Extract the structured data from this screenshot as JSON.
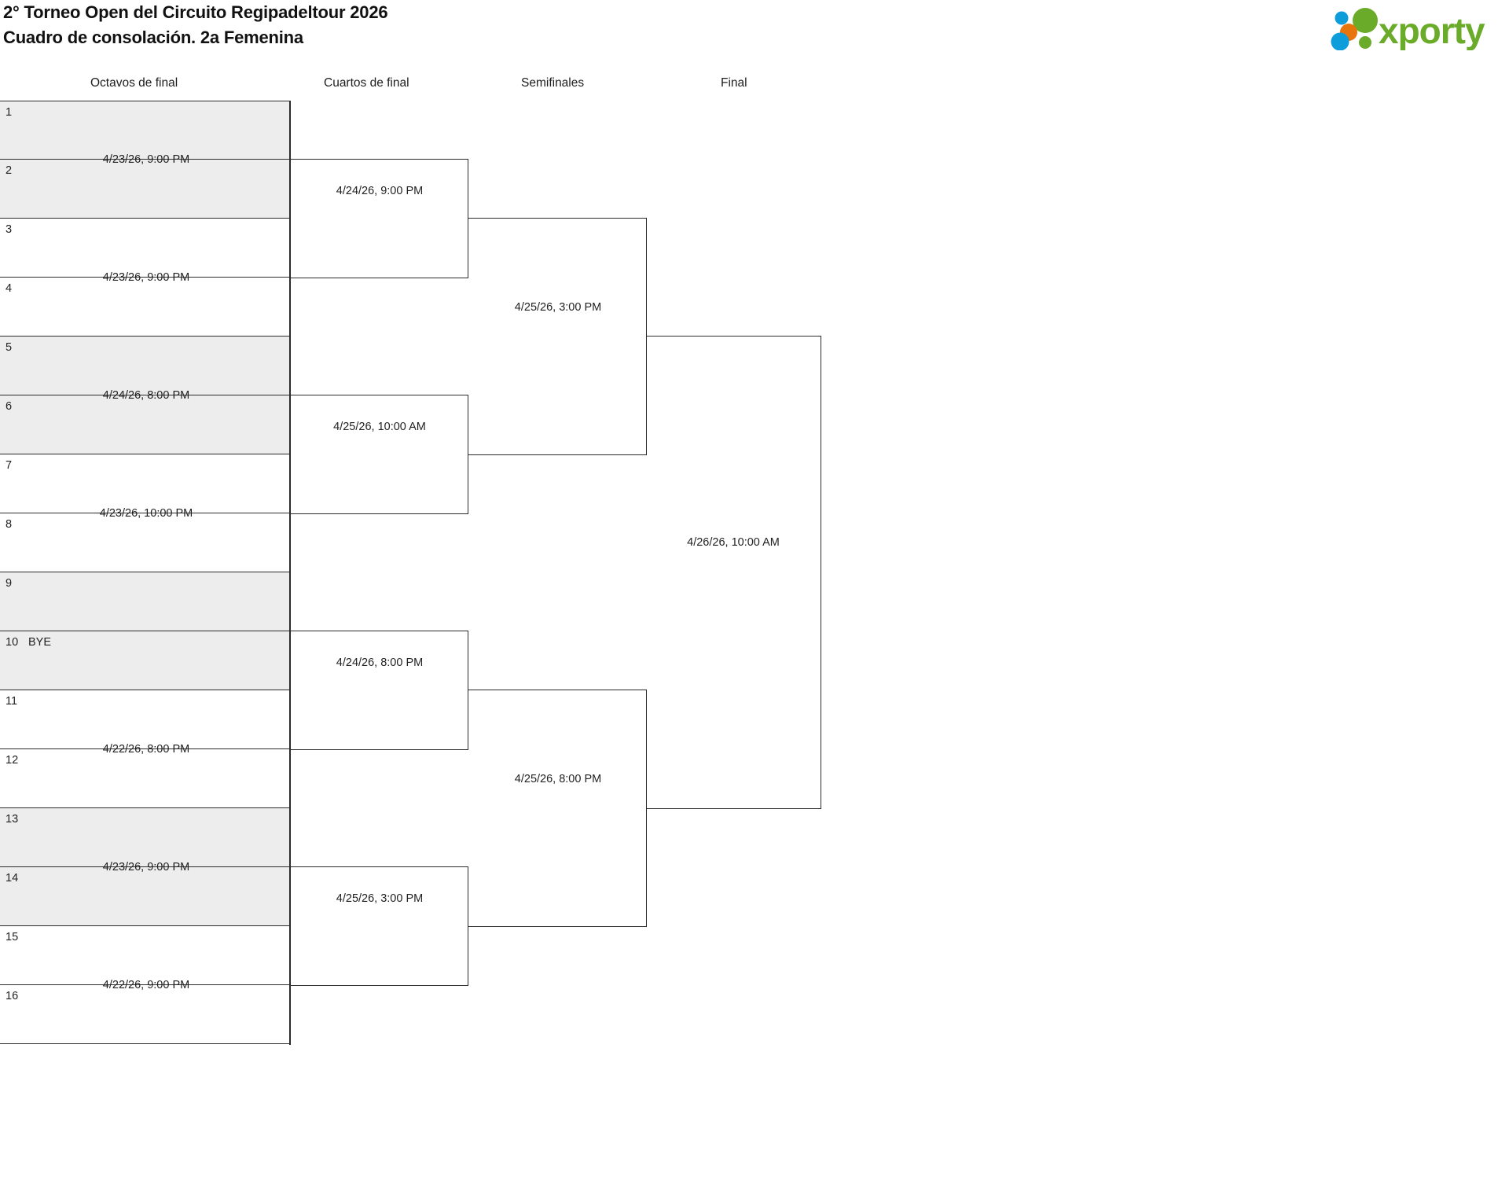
{
  "header": {
    "title_line1": "2° Torneo Open del Circuito Regipadeltour 2026",
    "title_line2": "Cuadro de consolación. 2a Femenina",
    "logo_text": "xporty",
    "logo_colors": {
      "green": "#6aab29",
      "blue": "#0d9ddb",
      "orange": "#e8740c"
    }
  },
  "rounds": [
    {
      "id": "round-of-16",
      "label": "Octavos de final"
    },
    {
      "id": "quarterfinals",
      "label": "Cuartos de final"
    },
    {
      "id": "semifinals",
      "label": "Semifinales"
    },
    {
      "id": "final",
      "label": "Final"
    }
  ],
  "seeds": [
    {
      "number": "1",
      "name": ""
    },
    {
      "number": "2",
      "name": ""
    },
    {
      "number": "3",
      "name": ""
    },
    {
      "number": "4",
      "name": ""
    },
    {
      "number": "5",
      "name": ""
    },
    {
      "number": "6",
      "name": ""
    },
    {
      "number": "7",
      "name": ""
    },
    {
      "number": "8",
      "name": ""
    },
    {
      "number": "9",
      "name": ""
    },
    {
      "number": "10",
      "name": "BYE"
    },
    {
      "number": "11",
      "name": ""
    },
    {
      "number": "12",
      "name": ""
    },
    {
      "number": "13",
      "name": ""
    },
    {
      "number": "14",
      "name": ""
    },
    {
      "number": "15",
      "name": ""
    },
    {
      "number": "16",
      "name": ""
    }
  ],
  "matches": {
    "round_of_16": [
      {
        "slot": "1-2",
        "datetime": "4/23/26, 9:00 PM"
      },
      {
        "slot": "3-4",
        "datetime": "4/23/26, 9:00 PM"
      },
      {
        "slot": "5-6",
        "datetime": "4/24/26, 8:00 PM"
      },
      {
        "slot": "7-8",
        "datetime": "4/23/26, 10:00 PM"
      },
      {
        "slot": "9-10",
        "datetime": ""
      },
      {
        "slot": "11-12",
        "datetime": "4/22/26, 8:00 PM"
      },
      {
        "slot": "13-14",
        "datetime": "4/23/26, 9:00 PM"
      },
      {
        "slot": "15-16",
        "datetime": "4/22/26, 9:00 PM"
      }
    ],
    "quarterfinals": [
      {
        "slot": "qf1",
        "datetime": "4/24/26, 9:00 PM"
      },
      {
        "slot": "qf2",
        "datetime": "4/25/26, 10:00 AM"
      },
      {
        "slot": "qf3",
        "datetime": "4/24/26, 8:00 PM"
      },
      {
        "slot": "qf4",
        "datetime": "4/25/26, 3:00 PM"
      }
    ],
    "semifinals": [
      {
        "slot": "sf1",
        "datetime": "4/25/26, 3:00 PM"
      },
      {
        "slot": "sf2",
        "datetime": "4/25/26, 8:00 PM"
      }
    ],
    "final": [
      {
        "slot": "f1",
        "datetime": "4/26/26, 10:00 AM"
      }
    ]
  }
}
